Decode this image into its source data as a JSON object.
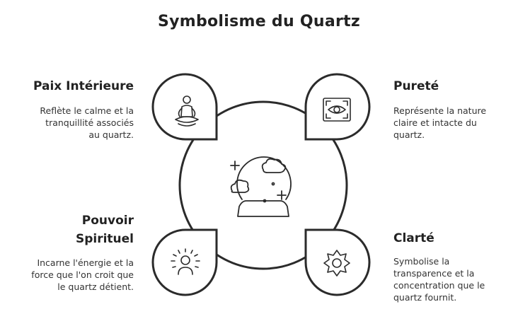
{
  "title": "Symbolisme du Quartz",
  "sections": {
    "paix": {
      "heading": "Paix Intérieure",
      "description_lines": [
        "Reflète le calme et la",
        "tranquillité associés",
        "au quartz."
      ],
      "icon": "meditation-icon"
    },
    "purete": {
      "heading": "Pureté",
      "description_lines": [
        "Représente la nature",
        "claire et intacte du",
        "quartz."
      ],
      "icon": "eye-frame-icon"
    },
    "pouvoir": {
      "heading_lines": [
        "Pouvoir",
        "Spirituel"
      ],
      "description_lines": [
        "Incarne l'énergie et la",
        "force que l'on croit que",
        "le quartz détient."
      ],
      "icon": "radiant-person-icon"
    },
    "clarte": {
      "heading": "Clarté",
      "description_lines": [
        "Symbolise la",
        "transparence et la",
        "concentration que le",
        "quartz fournit."
      ],
      "icon": "sun-gear-icon"
    }
  },
  "center_icon": "crystal-ball-icon"
}
